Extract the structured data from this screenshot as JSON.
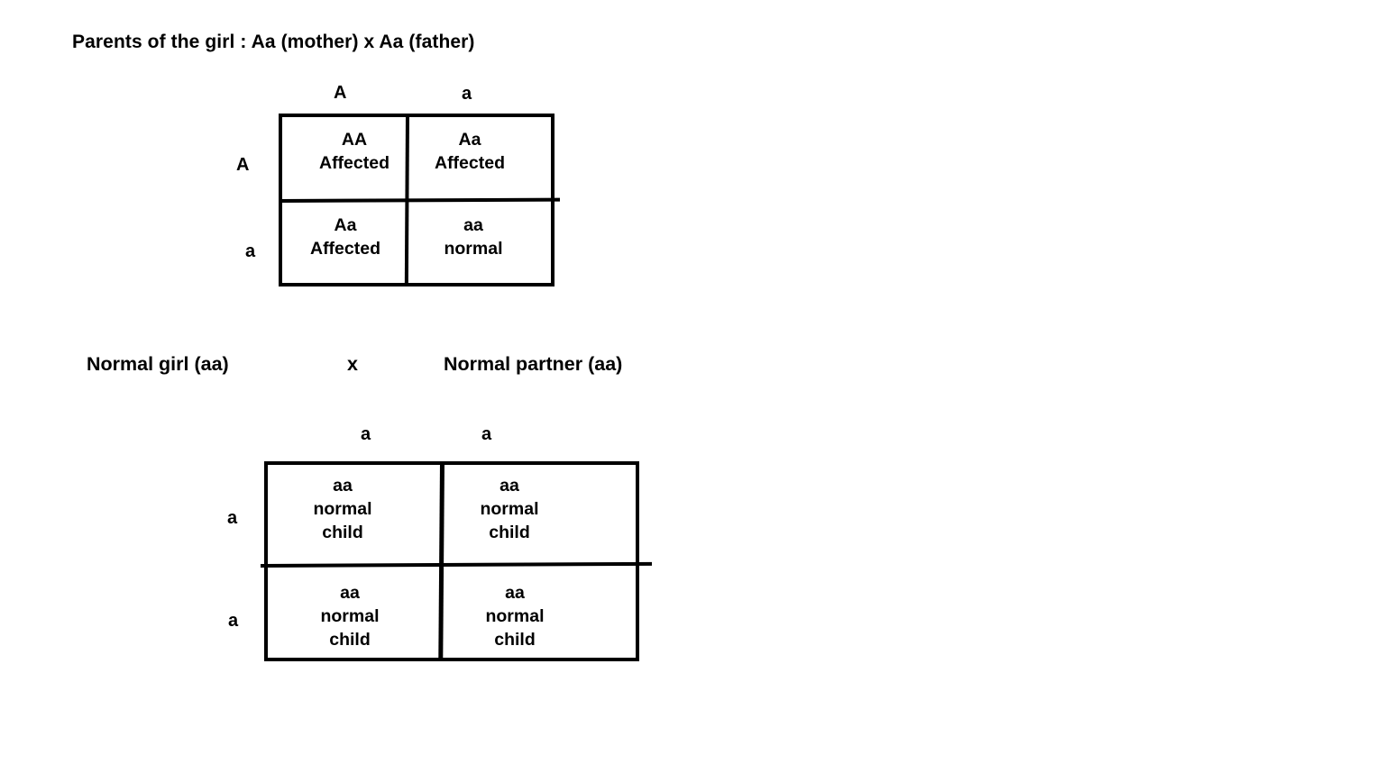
{
  "title": "Parents of the girl :  Aa (mother) x Aa (father)",
  "cross": {
    "left": "Normal girl (aa)",
    "symbol": "x",
    "right": "Normal partner (aa)"
  },
  "square1": {
    "column_labels": [
      "A",
      "a"
    ],
    "row_labels": [
      "A",
      "a"
    ],
    "cells": [
      [
        {
          "genotype": "AA",
          "phenotype": "Affected"
        },
        {
          "genotype": "Aa",
          "phenotype": "Affected"
        }
      ],
      [
        {
          "genotype": "Aa",
          "phenotype": "Affected"
        },
        {
          "genotype": "aa",
          "phenotype": "normal"
        }
      ]
    ]
  },
  "square2": {
    "column_labels": [
      "a",
      "a"
    ],
    "row_labels": [
      "a",
      "a"
    ],
    "cells": [
      [
        {
          "genotype": "aa",
          "phenotype": "normal",
          "note": "child"
        },
        {
          "genotype": "aa",
          "phenotype": "normal",
          "note": "child"
        }
      ],
      [
        {
          "genotype": "aa",
          "phenotype": "normal",
          "note": "child"
        },
        {
          "genotype": "aa",
          "phenotype": "normal",
          "note": "child"
        }
      ]
    ]
  },
  "colors": {
    "ink": "#000000",
    "background": "#ffffff"
  }
}
